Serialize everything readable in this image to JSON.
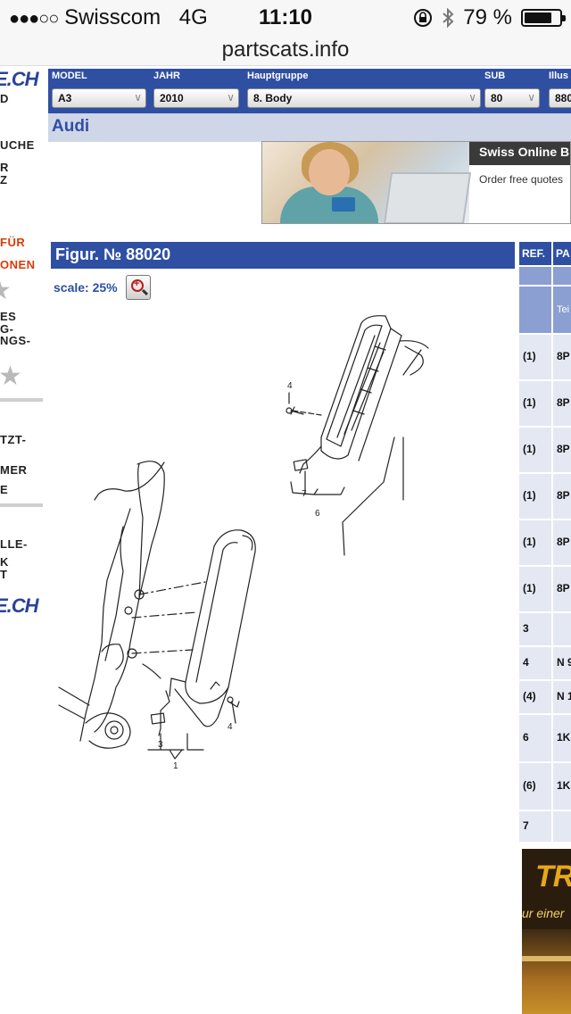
{
  "status_bar": {
    "signal": "●●●○○",
    "carrier": "Swisscom",
    "network": "4G",
    "time": "11:10",
    "battery": "79 %",
    "battery_level": 0.79
  },
  "browser": {
    "url": "partscats.info"
  },
  "sidebar": {
    "logo_top": "E.CH",
    "logo_bottom": "E.CH",
    "lines": [
      "D",
      "UCHE",
      "R",
      "Z",
      "FÜR",
      "ONEN",
      "ES",
      "G-",
      "NGS-",
      "TZT-",
      "MER",
      "E",
      "LLE-",
      "K",
      "T"
    ]
  },
  "header": {
    "model_label": "MODEL",
    "model_value": "A3",
    "year_label": "JAHR",
    "year_value": "2010",
    "group_label": "Hauptgruppe",
    "group_value": "8. Body",
    "sub_label": "SUB",
    "sub_value": "80",
    "illus_label": "Illus",
    "illus_value": "880",
    "brand": "Audi"
  },
  "ad_banner": {
    "title": "Swiss Online B",
    "subtitle": "Order free quotes"
  },
  "figure": {
    "title": "Figur. № 88020",
    "scale_label": "scale: 25%",
    "callouts": [
      "4",
      "7",
      "6",
      "3",
      "1",
      "4"
    ]
  },
  "ref_table": {
    "header_ref": "REF.",
    "header_part": "PA",
    "sub_label": "Tei",
    "rows": [
      {
        "ref": "(1)",
        "part": "8P"
      },
      {
        "ref": "(1)",
        "part": "8P"
      },
      {
        "ref": "(1)",
        "part": "8P"
      },
      {
        "ref": "(1)",
        "part": "8P"
      },
      {
        "ref": "(1)",
        "part": "8P"
      },
      {
        "ref": "(1)",
        "part": "8P"
      },
      {
        "ref": "3",
        "part": ""
      },
      {
        "ref": "4",
        "part": "N 9"
      },
      {
        "ref": "(4)",
        "part": "N 1"
      },
      {
        "ref": "6",
        "part": "1K"
      },
      {
        "ref": "(6)",
        "part": "1K"
      },
      {
        "ref": "7",
        "part": ""
      }
    ]
  },
  "ad_bottom": {
    "brand": "TRA",
    "tagline": "ur einer"
  }
}
